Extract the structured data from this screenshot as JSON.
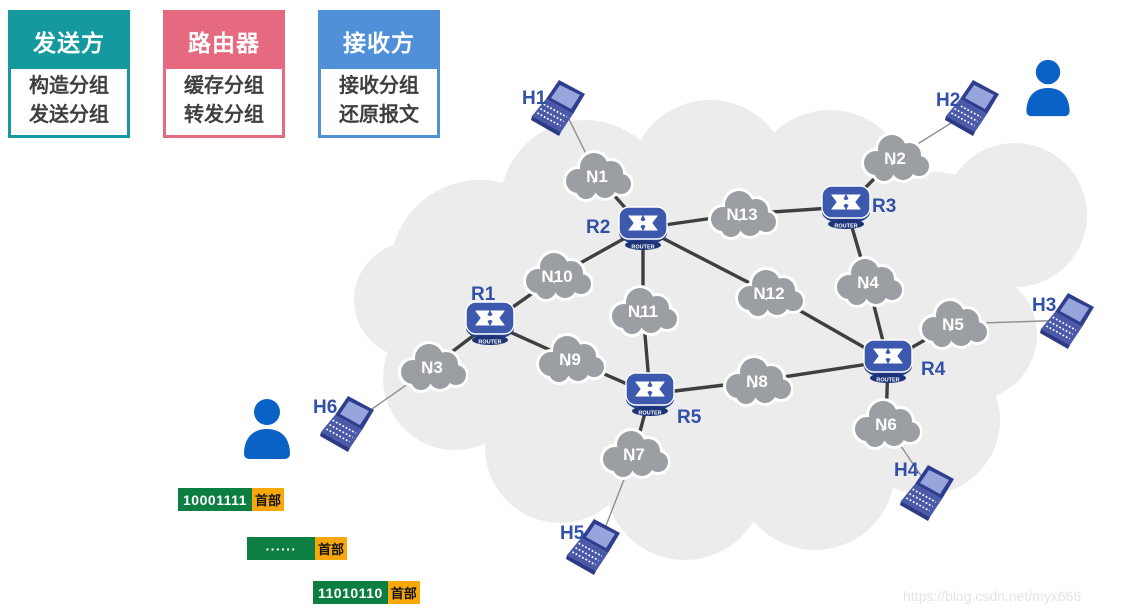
{
  "legend": {
    "boxes": [
      {
        "title": "发送方",
        "line1": "构造分组",
        "line2": "发送分组",
        "accent": "#149a9e"
      },
      {
        "title": "路由器",
        "line1": "缓存分组",
        "line2": "转发分组",
        "accent": "#e5697f"
      },
      {
        "title": "接收方",
        "line1": "接收分组",
        "line2": "还原报文",
        "accent": "#4f90d9"
      }
    ]
  },
  "diagram": {
    "router_badge": "ROUTER",
    "routers": [
      {
        "id": "R1"
      },
      {
        "id": "R2"
      },
      {
        "id": "R3"
      },
      {
        "id": "R4"
      },
      {
        "id": "R5"
      }
    ],
    "networks": [
      {
        "id": "N1"
      },
      {
        "id": "N2"
      },
      {
        "id": "N3"
      },
      {
        "id": "N4"
      },
      {
        "id": "N5"
      },
      {
        "id": "N6"
      },
      {
        "id": "N7"
      },
      {
        "id": "N8"
      },
      {
        "id": "N9"
      },
      {
        "id": "N10"
      },
      {
        "id": "N11"
      },
      {
        "id": "N12"
      },
      {
        "id": "N13"
      }
    ],
    "hosts": [
      {
        "id": "H1"
      },
      {
        "id": "H2"
      },
      {
        "id": "H3"
      },
      {
        "id": "H4"
      },
      {
        "id": "H5"
      },
      {
        "id": "H6"
      }
    ],
    "links": [
      {
        "from": "H1",
        "to": "N1",
        "type": "host"
      },
      {
        "from": "N1",
        "to": "R2",
        "type": "backbone"
      },
      {
        "from": "R2",
        "to": "N13",
        "type": "backbone"
      },
      {
        "from": "N13",
        "to": "R3",
        "type": "backbone"
      },
      {
        "from": "R3",
        "to": "N2",
        "type": "backbone"
      },
      {
        "from": "N2",
        "to": "H2",
        "type": "host"
      },
      {
        "from": "R2",
        "to": "N10",
        "type": "backbone"
      },
      {
        "from": "N10",
        "to": "R1",
        "type": "backbone"
      },
      {
        "from": "R2",
        "to": "N11",
        "type": "backbone"
      },
      {
        "from": "N11",
        "to": "R5",
        "type": "backbone"
      },
      {
        "from": "R2",
        "to": "N12",
        "type": "backbone"
      },
      {
        "from": "N12",
        "to": "R4",
        "type": "backbone"
      },
      {
        "from": "R3",
        "to": "N4",
        "type": "backbone"
      },
      {
        "from": "N4",
        "to": "R4",
        "type": "backbone"
      },
      {
        "from": "R1",
        "to": "N3",
        "type": "backbone"
      },
      {
        "from": "N3",
        "to": "H6",
        "type": "host"
      },
      {
        "from": "R1",
        "to": "N9",
        "type": "backbone"
      },
      {
        "from": "N9",
        "to": "R5",
        "type": "backbone"
      },
      {
        "from": "R5",
        "to": "N8",
        "type": "backbone"
      },
      {
        "from": "N8",
        "to": "R4",
        "type": "backbone"
      },
      {
        "from": "R5",
        "to": "N7",
        "type": "backbone"
      },
      {
        "from": "N7",
        "to": "H5",
        "type": "host"
      },
      {
        "from": "R4",
        "to": "N5",
        "type": "backbone"
      },
      {
        "from": "N5",
        "to": "H3",
        "type": "host"
      },
      {
        "from": "R4",
        "to": "N6",
        "type": "backbone"
      },
      {
        "from": "N6",
        "to": "H4",
        "type": "host"
      }
    ]
  },
  "packets": [
    {
      "payload": "10001111",
      "header": "首部"
    },
    {
      "payload": "······",
      "header": "首部"
    },
    {
      "payload": "11010110",
      "header": "首部"
    }
  ],
  "watermark": "https://blog.csdn.net/myx666",
  "colors": {
    "sender_teal": "#149a9e",
    "router_pink": "#e5697f",
    "receiver_blue": "#4f90d9",
    "payload_green": "#0d7e41",
    "header_orange": "#f8a80b",
    "label_blue": "#3350a8",
    "network_cloud_gray": "#9b9ea3",
    "background_cloud_gray": "#ececec",
    "person_blue": "#0a62c6",
    "backbone_link": "#3f3f3f",
    "host_link": "#8f8f8f"
  }
}
